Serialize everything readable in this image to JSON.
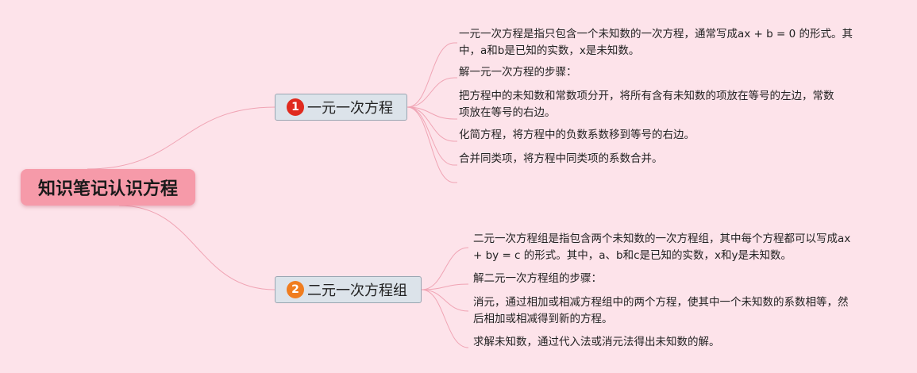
{
  "root": {
    "title": "知识笔记认识方程"
  },
  "branches": [
    {
      "number": "1",
      "title": "一元一次方程",
      "badge_color": "#e02a1e",
      "leaves": [
        [
          "一元一次方程是指只包含一个未知数的一次方程，通常写成ax + b = 0 的形式。其",
          "中，a和b是已知的实数，x是未知数。"
        ],
        [
          "解一元一次方程的步骤："
        ],
        [
          "把方程中的未知数和常数项分开，将所有含有未知数的项放在等号的左边，常数",
          "项放在等号的右边。"
        ],
        [
          "化简方程，将方程中的负数系数移到等号的右边。"
        ],
        [
          "合并同类项，将方程中同类项的系数合并。"
        ]
      ]
    },
    {
      "number": "2",
      "title": "二元一次方程组",
      "badge_color": "#f07d1f",
      "leaves": [
        [
          "二元一次方程组是指包含两个未知数的一次方程组，其中每个方程都可以写成ax",
          "+ by = c 的形式。其中，a、b和c是已知的实数，x和y是未知数。"
        ],
        [
          "解二元一次方程组的步骤："
        ],
        [
          "消元，通过相加或相减方程组中的两个方程，使其中一个未知数的系数相等，然",
          "后相加或相减得到新的方程。"
        ],
        [
          "求解未知数，通过代入法或消元法得出未知数的解。"
        ]
      ]
    }
  ],
  "colors": {
    "background": "#fde3ea",
    "connector": "#f0a4b4",
    "root_fill": "#f69aa9"
  }
}
